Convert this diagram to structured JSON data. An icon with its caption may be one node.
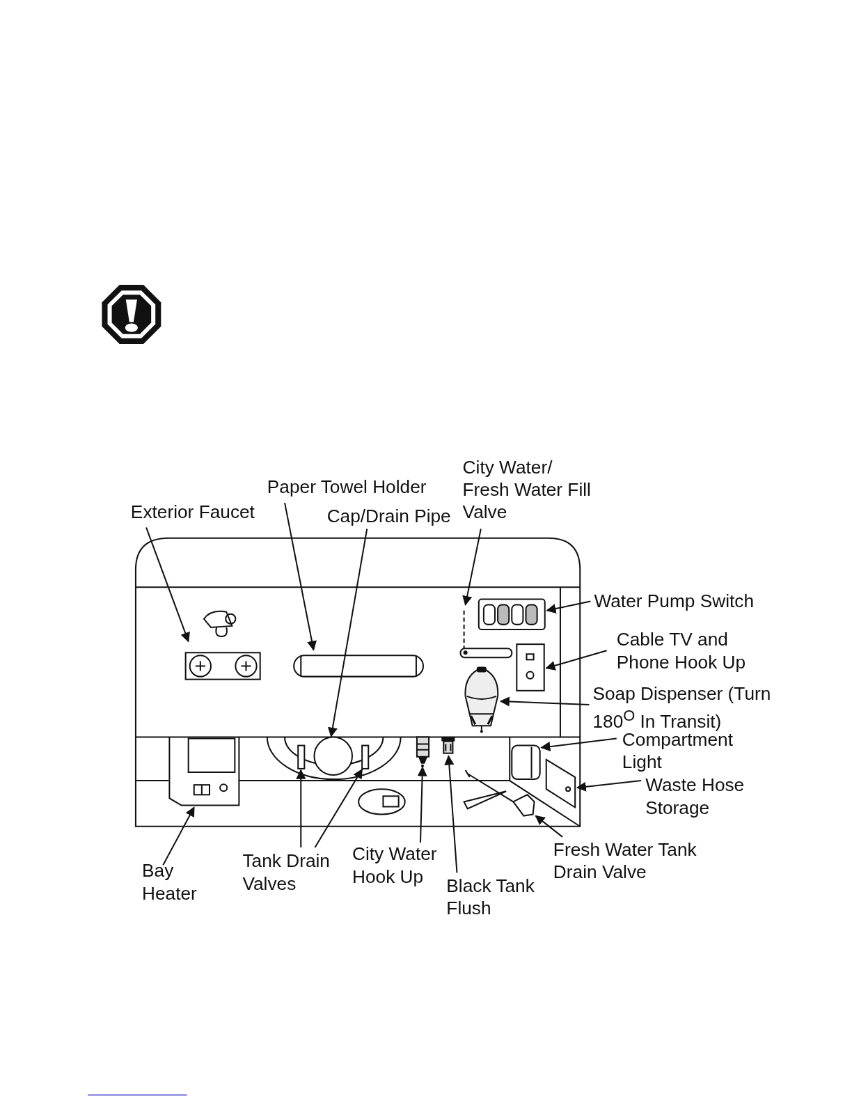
{
  "diagram": {
    "nodes": [
      {
        "text": [
          "Exterior Faucet"
        ]
      },
      {
        "text": [
          "Paper Towel Holder"
        ]
      },
      {
        "text": [
          "Cap/Drain Pipe"
        ]
      },
      {
        "text": [
          "City Water/ Fresh Water Fill Valve"
        ]
      },
      {
        "text": [
          "Water Pump Switch"
        ]
      },
      {
        "text": [
          "Cable TV and Phone Hook Up"
        ]
      },
      {
        "text": [
          "Soap Dispenser (Turn 180$^{O}$ In Transit)"
        ]
      },
      {
        "text": [
          "Compartment Light"
        ]
      },
      {
        "text": [
          "Waste Hose Storage"
        ]
      },
      {
        "text": [
          "Bay Heater"
        ]
      },
      {
        "text": [
          "Tank Drain Valves"
        ]
      },
      {
        "text": [
          "City Water Hook Up"
        ]
      },
      {
        "text": [
          "Black Tank Flush"
        ]
      },
      {
        "text": [
          "Fresh Water Tank Drain Valve"
        ]
      },
      {
        "text": [],
        "shape": "picture"
      },
      {
        "text": [],
        "shape": "picture"
      },
      {
        "text": [],
        "shape": "circle"
      },
      {
        "text": [],
        "shape": "picture"
      },
      {
        "text": [],
        "shape": "picture"
      },
      {
        "text": [],
        "shape": "picture"
      },
      {
        "text": [],
        "shape": "picture"
      },
      {
        "text": [],
        "shape": "picture"
      },
      {
        "text": [],
        "shape": "picture"
      },
      {
        "text": [],
        "shape": "picture"
      },
      {
        "text": [],
        "shape": "bar"
      },
      {
        "text": [],
        "shape": "bar"
      },
      {
        "text": [],
        "shape": "picture"
      },
      {
        "text": [],
        "shape": "picture"
      },
      {
        "text": [],
        "shape": "picture"
      }
    ],
    "edges": [
      {
        "from": 0,
        "to": 14,
        "arrow": "to"
      },
      {
        "from": 1,
        "to": 15,
        "arrow": "to"
      },
      {
        "from": 2,
        "to": 16,
        "arrow": "to"
      },
      {
        "from": 3,
        "to": 17,
        "arrow": "to"
      },
      {
        "from": 4,
        "to": 18,
        "arrow": "to"
      },
      {
        "from": 5,
        "to": 19,
        "arrow": "to"
      },
      {
        "from": 6,
        "to": 20,
        "arrow": "to"
      },
      {
        "from": 7,
        "to": 21,
        "arrow": "to"
      },
      {
        "from": 8,
        "to": 22,
        "arrow": "to"
      },
      {
        "from": 9,
        "to": 23,
        "arrow": "to"
      },
      {
        "from": 10,
        "to": 24,
        "arrow": "to"
      },
      {
        "from": 10,
        "to": 25,
        "arrow": "to"
      },
      {
        "from": 11,
        "to": 26,
        "arrow": "to"
      },
      {
        "from": 12,
        "to": 27,
        "arrow": "to"
      },
      {
        "from": 13,
        "to": 28,
        "arrow": "to"
      }
    ]
  }
}
